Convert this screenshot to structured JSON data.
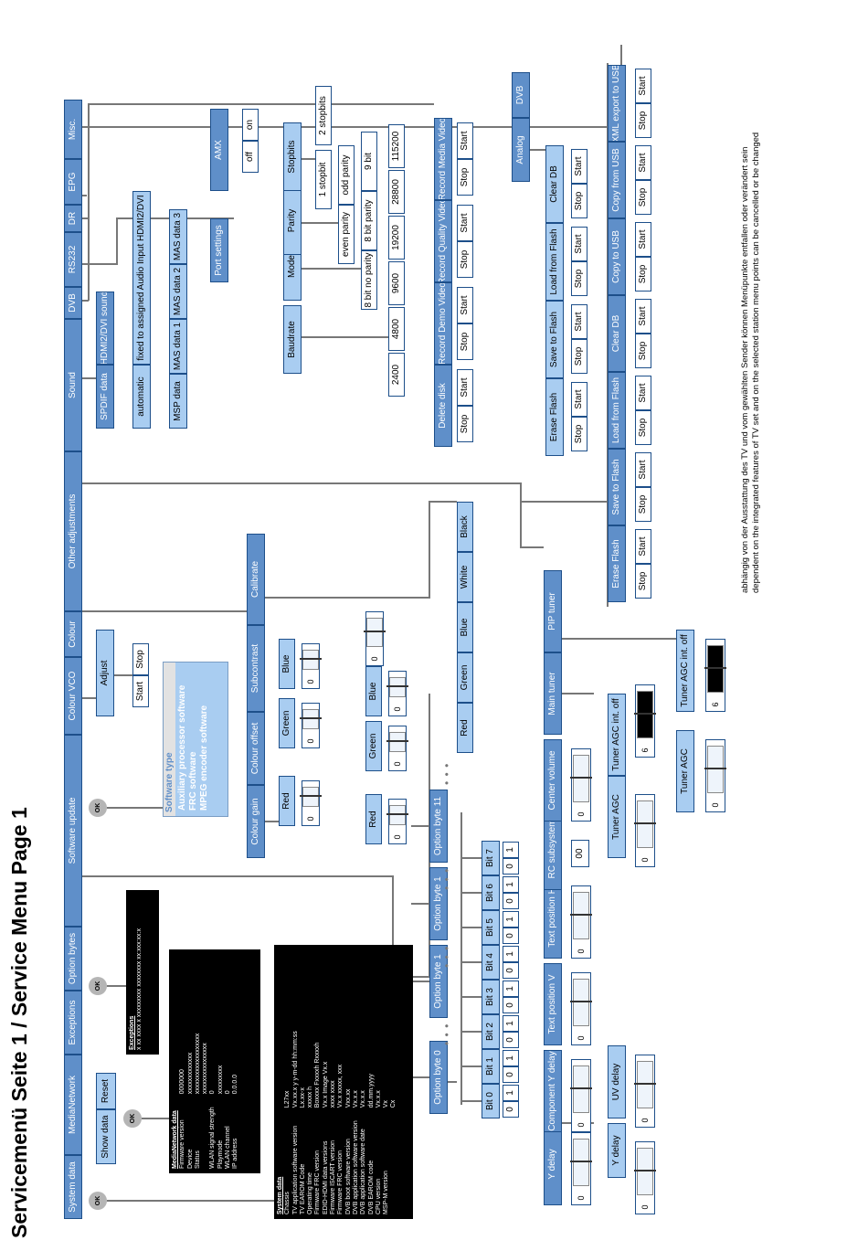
{
  "title": "Servicemenü Seite 1 / Service Menu Page 1",
  "menu_bar": [
    "System data",
    "MediaNetwork",
    "Exceptions",
    "Option bytes",
    "Software update",
    "Colour VCO",
    "Colour",
    "Other adjustments",
    "Sound",
    "DVB",
    "RS232",
    "DR",
    "EPG",
    "Misc."
  ],
  "ok_label": "OK",
  "system_data": {
    "heading": "System data",
    "labels": [
      "Chassis",
      "TV application software version",
      "TV EAROM Code",
      "Operating time",
      "Firmware FRC version",
      "EDID-HDMI data versions",
      "Firmware ISCART version",
      "Firmware FRC version",
      "DVB boot software version",
      "DVB application software version",
      "DVB application software date",
      "DVB EAROM code",
      "CPU version",
      "MSP-M version"
    ],
    "values": [
      "L27xx",
      "Vx.xx.x y y-m-dd hh:mm:ss",
      "Lx.xx-x",
      "xxxxx h",
      "Boxxxx Fxxxxh Rxxxxh",
      "Vx.x    Image Vx.x",
      "xxxx xxxx",
      "Vx.x  xxxxx, xxx",
      "Vxx.xx",
      "Vx.x.x",
      "Vx.x.x",
      "dd.mm.yyyy",
      "Vx.x.x",
      "Vx",
      "Cx"
    ]
  },
  "media_network": {
    "heading": "MediaNetwork data",
    "labels": [
      "Firmware version",
      "Device",
      "Status",
      "",
      "WLAN signal strength",
      "Playmode",
      "WLAN channel",
      "IP address"
    ],
    "values": [
      "0000000",
      "xxxxxxxxxxxxx",
      "xxxxxxxxxxxxxxxxxxx",
      "xxxxxxxxxxxxxxxx",
      "0",
      "xxxxxxxxx",
      "0",
      "0.0.0.0"
    ],
    "show_data": "Show data",
    "reset": "Reset"
  },
  "exceptions": {
    "heading": "Exceptions",
    "line": "x xx xxxx x xxxxxxxxx xxxxxxxx xx:xxx:xx:x"
  },
  "option_bytes": {
    "bytes": [
      "Option byte 0",
      "Option byte 1",
      "Option byte 1",
      "Option byte 11"
    ],
    "bits": [
      "Bit 0",
      "Bit 1",
      "Bit 2",
      "Bit 3",
      "Bit 4",
      "Bit 5",
      "Bit 6",
      "Bit 7"
    ],
    "bit_values": [
      "0",
      "1"
    ]
  },
  "software_update": {
    "heading": "Software type",
    "items": [
      "Auxiliary processor software",
      "FRC software",
      "MPEG encoder software"
    ]
  },
  "colour_vco": {
    "adjust": "Adjust",
    "start": "Start",
    "stop": "Stop"
  },
  "colour": {
    "groups": [
      "Colour gain",
      "Colour offset",
      "Subcontrast",
      "Calibrate"
    ],
    "rgb": [
      "Red",
      "Green",
      "Blue"
    ],
    "rgbwb": [
      "Red",
      "Green",
      "Blue",
      "White",
      "Black"
    ],
    "slider_value": "0"
  },
  "other_adjustments": {
    "items": [
      "Y delay",
      "Component Y delay",
      "Text position V",
      "Text position H",
      "RC subsystem",
      "Center volume",
      "Main tuner",
      "PIP tuner"
    ],
    "sub_delay": [
      "Y delay",
      "UV delay"
    ],
    "rc_value": "00",
    "tuner_items": [
      "Tuner AGC",
      "Tuner AGC int. off"
    ],
    "agc_off_value": "6",
    "flash": [
      "Erase Flash",
      "Save to Flash",
      "Load from Flash",
      "Clear DB",
      "Copy to USB",
      "Copy from USB",
      "XML export to USB"
    ],
    "start": "Start",
    "stop": "Stop"
  },
  "sound": {
    "spdif": "SPDIF data",
    "hdmi": "HDMI2/DVI sound",
    "automatic": "automatic",
    "fixed": "fixed to assigned Audio Input HDMI2/DVI",
    "msp": [
      "MSP data",
      "MAS data 1",
      "MAS data 2",
      "MAS data 3"
    ]
  },
  "dvb_menu": {
    "items": [
      "Delete disk",
      "Record Demo Video",
      "Record Quality Video",
      "Record Media Video"
    ],
    "start": "Start",
    "stop": "Stop"
  },
  "rs232": {
    "port_settings": "Port settings",
    "amx": "AMX",
    "off": "off",
    "on": "on",
    "params": [
      "Baudrate",
      "Mode",
      "Parity",
      "Stopbits"
    ],
    "baudrates": [
      "2400",
      "4800",
      "9600",
      "19200",
      "28800",
      "115200"
    ],
    "modes": [
      "8 bit no parity",
      "8 bit parity",
      "9 bit"
    ],
    "parities": [
      "even parity",
      "odd parity"
    ],
    "stopbits": [
      "1 stopbit",
      "2 stopbits"
    ]
  },
  "misc": {
    "analog": "Analog",
    "dvb": "DVB",
    "items": [
      "Erase Flash",
      "Save to Flash",
      "Load from Flash",
      "Clear DB"
    ]
  },
  "footnote": {
    "de": "abhängig von der Ausstattung des TV und vom gewählten Sender können Menüpunkte entfallen oder verändert sein",
    "en": "dependent on the integrated features of TV set and on the selected station menu points can be cancelled or be changed"
  }
}
